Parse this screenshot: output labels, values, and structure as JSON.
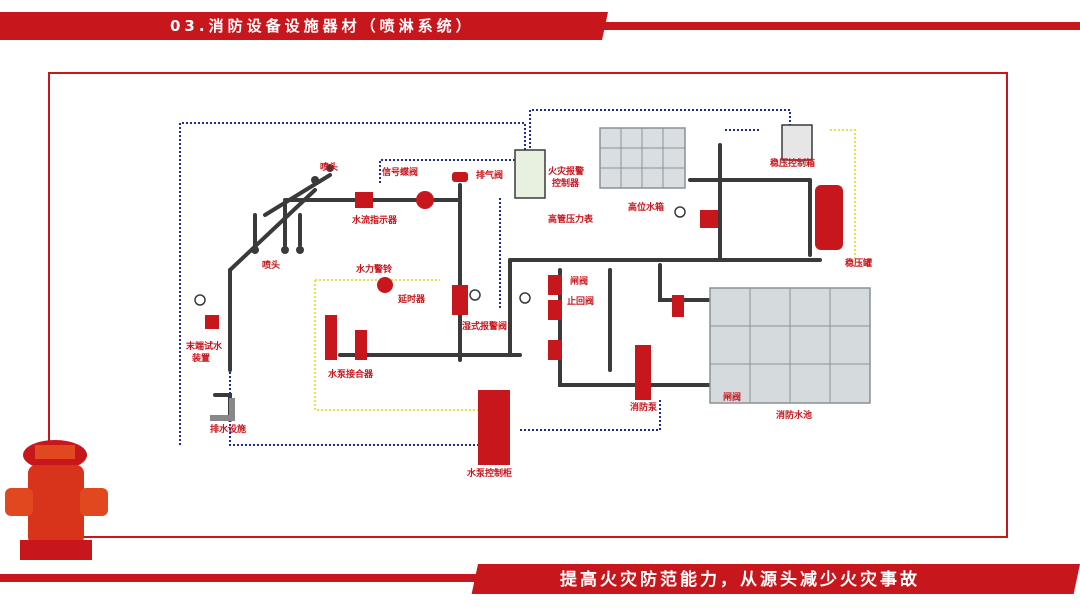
{
  "header": {
    "title": "03.消防设备设施器材（喷淋系统）"
  },
  "footer": {
    "slogan": "提高火灾防范能力，从源头减少火灾事故"
  },
  "labels": {
    "sprinkler_top": "喷头",
    "sprinkler_bottom": "喷头",
    "signal_valve": "信号蝶阀",
    "water_flow_indicator": "水流指示器",
    "exhaust_valve": "排气阀",
    "fire_alarm_control_1": "火灾报警",
    "fire_alarm_control_2": "控制器",
    "high_pressure_gauge": "高管压力表",
    "high_water_tank": "高位水箱",
    "pressure_control_box": "稳压控制箱",
    "pressure_tank": "稳压罐",
    "water_bell": "水力警铃",
    "delay_device": "延时器",
    "wet_alarm_valve": "湿式报警阀",
    "end_test_water_1": "末端试水",
    "end_test_water_2": "装置",
    "pump_adapter": "水泵接合器",
    "gate_valve_1": "闸阀",
    "check_valve": "止回阀",
    "fire_pump": "消防泵",
    "gate_valve_2": "闸阀",
    "fire_pool": "消防水池",
    "drainage": "排水设施",
    "pump_control_cabinet": "水泵控制柜"
  },
  "colors": {
    "accent": "#c8161d",
    "pipe": "#3a3a3a",
    "signal": "#1f2a9c",
    "power": "#e8e24a"
  }
}
